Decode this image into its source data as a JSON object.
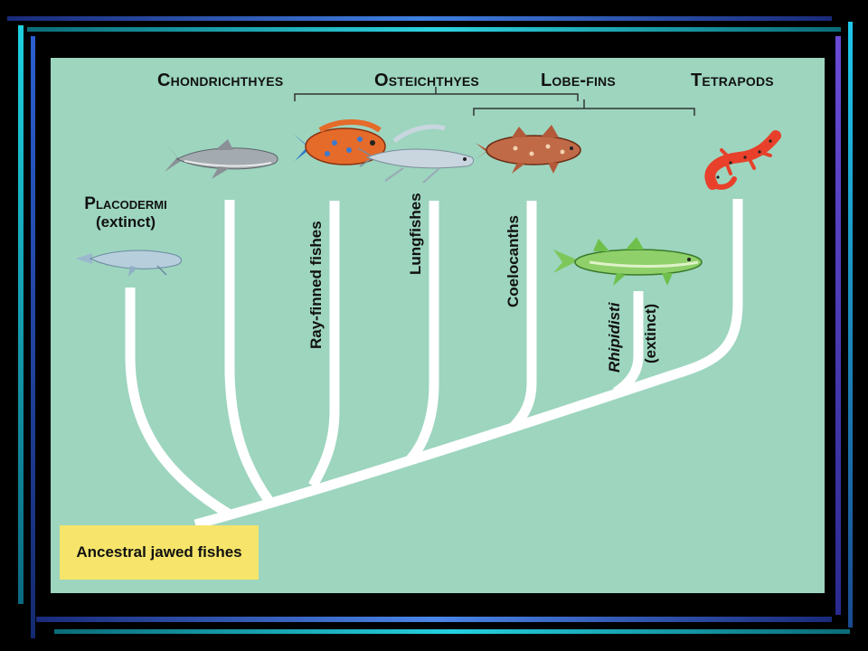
{
  "headers": {
    "chondrichthyes": "Chondrichthyes",
    "osteichthyes": "Osteichthyes",
    "lobe_fins": "Lobe-fins",
    "tetrapods": "Tetrapods"
  },
  "placodermi": {
    "name": "Placodermi",
    "note": "(extinct)"
  },
  "branch_labels": {
    "ray_finned": "Ray-finned fishes",
    "lungfishes": "Lungfishes",
    "coelocanths": "Coelocanths",
    "rhipidisti": "Rhipidisti",
    "rhipidisti_note": "(extinct)"
  },
  "ancestral": "Ancestral jawed fishes",
  "colors": {
    "background": "#9dd5bf",
    "branch": "#ffffff",
    "ancestral_box": "#f6e56a",
    "frame_blue": "#3a7bd5",
    "frame_cyan": "#20c8d8"
  },
  "icons": [
    "placoderm-fish-icon",
    "shark-icon",
    "ray-finned-fish-icon",
    "lungfish-icon",
    "coelacanth-icon",
    "rhipidistian-fish-icon",
    "salamander-icon"
  ]
}
